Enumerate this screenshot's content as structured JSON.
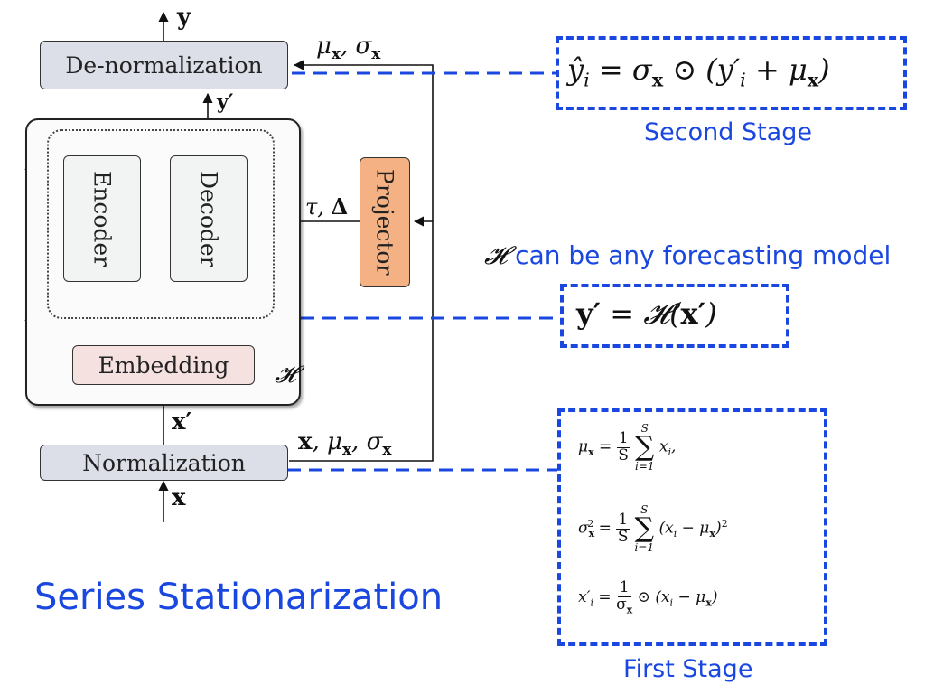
{
  "blocks": {
    "denorm": "De-normalization",
    "norm": "Normalization",
    "embedding": "Embedding",
    "encoder": "Encoder",
    "decoder": "Decoder",
    "projector": "Projector"
  },
  "labels": {
    "y": "y",
    "y_prime": "y′",
    "x": "x",
    "x_prime": "x′",
    "h": "𝓗",
    "mu": "μ",
    "sigma": "σ",
    "tau": "τ",
    "delta": "Δ"
  },
  "text": {
    "title": "Series Stationarization",
    "second_stage": "Second Stage",
    "first_stage": "First Stage",
    "h_note": "can be any forecasting model"
  },
  "colors": {
    "accent_blue": "#1a47e0",
    "norm_fill": "#dcdfe8",
    "embed_fill": "#f6e1e1",
    "projector_fill": "#f4b183"
  }
}
